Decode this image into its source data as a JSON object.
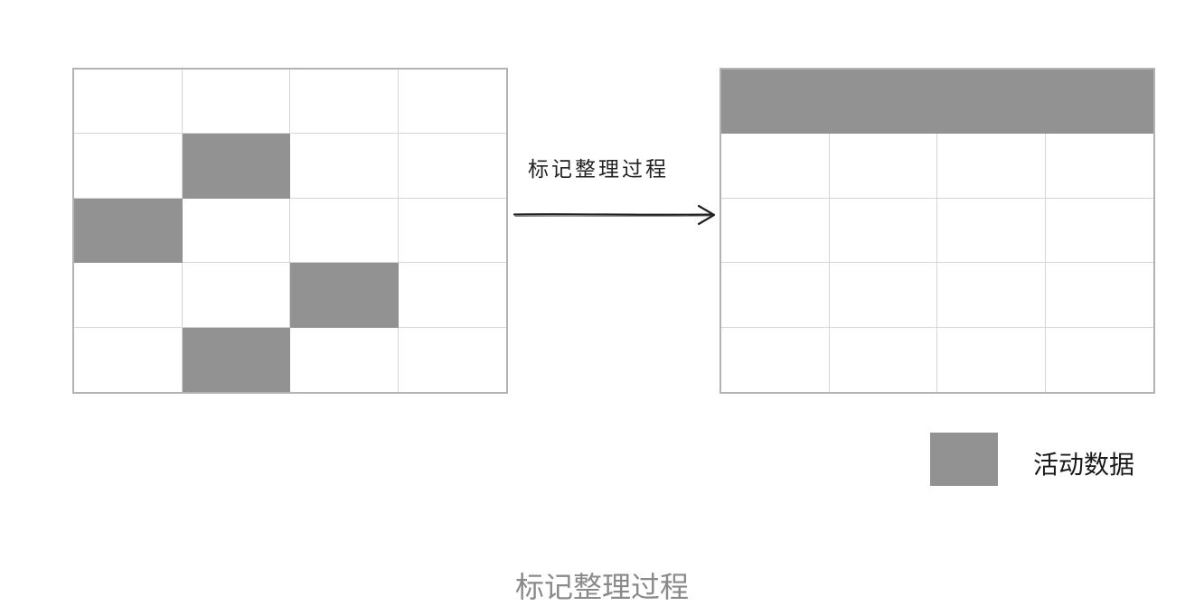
{
  "diagram": {
    "rows": 5,
    "cols": 4,
    "active_color": "#929292",
    "before_grid": {
      "active_cells": [
        [
          1,
          1
        ],
        [
          2,
          0
        ],
        [
          3,
          2
        ],
        [
          4,
          1
        ]
      ]
    },
    "after_grid": {
      "active_cells": [
        [
          0,
          0
        ],
        [
          0,
          1
        ],
        [
          0,
          2
        ],
        [
          0,
          3
        ]
      ]
    },
    "arrow_label": "标记整理过程",
    "legend": {
      "label": "活动数据"
    },
    "caption": "标记整理过程"
  }
}
